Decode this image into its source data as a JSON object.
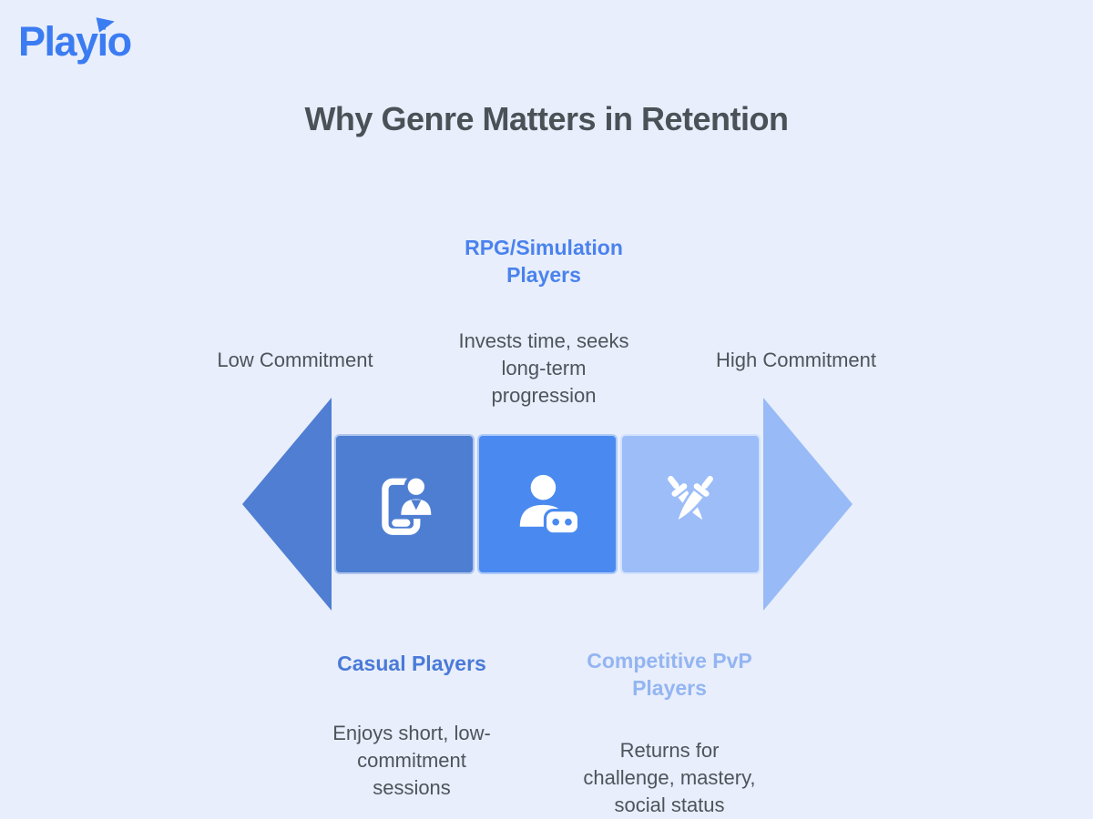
{
  "colors": {
    "background": "#e8eefb",
    "logo_blue": "#3c7cf2",
    "title_gray": "#4b5157",
    "body_gray": "#4e545b",
    "segment_casual": "#4e7ed2",
    "segment_rpg": "#4a8af0",
    "segment_pvp": "#9cbdf8",
    "arrow_left": "#4f7ed2",
    "arrow_right": "#98baf7",
    "label_casual": "#4a7ad8",
    "label_rpg": "#4a82ee",
    "label_pvp": "#93b5f2",
    "icon_white": "#ffffff"
  },
  "logo": {
    "text": "Playio",
    "play_icon": "play-triangle-icon"
  },
  "title": "Why Genre Matters in Retention",
  "axis": {
    "low_label": "Low Commitment",
    "high_label": "High Commitment"
  },
  "segments": [
    {
      "name": "Casual Players",
      "description": "Enjoys short, low-\ncommitment\nsessions",
      "icon": "mobile-user-icon"
    },
    {
      "name": "RPG/Simulation\nPlayers",
      "description": "Invests time, seeks\nlong-term\nprogression",
      "icon": "user-gamepad-icon"
    },
    {
      "name": "Competitive PvP\nPlayers",
      "description": "Returns for\nchallenge, mastery,\nsocial status",
      "icon": "crossed-daggers-icon"
    }
  ]
}
